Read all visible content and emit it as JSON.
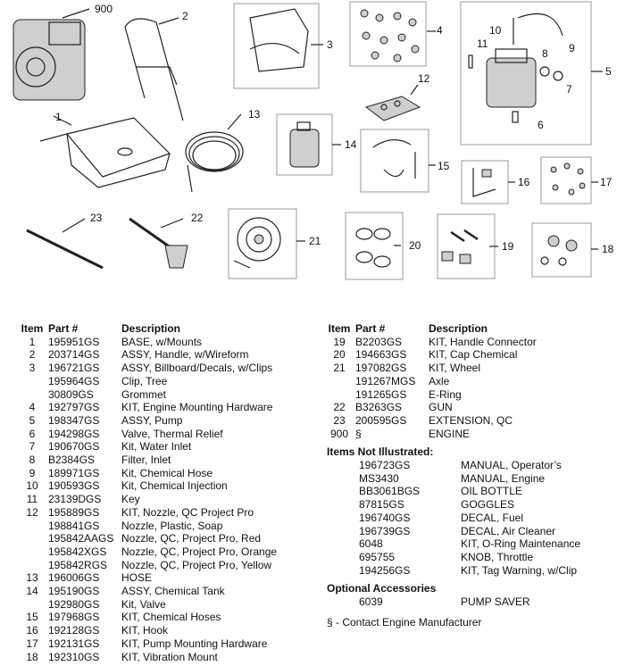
{
  "callouts": [
    "900",
    "2",
    "3",
    "4",
    "5",
    "6",
    "7",
    "8",
    "9",
    "10",
    "11",
    "1",
    "13",
    "14",
    "12",
    "15",
    "16",
    "17",
    "23",
    "22",
    "21",
    "20",
    "19",
    "18"
  ],
  "table_headers": {
    "item": "Item",
    "part": "Part #",
    "desc": "Description"
  },
  "left_rows": [
    {
      "item": "1",
      "part": "195951GS",
      "desc": "BASE, w/Mounts"
    },
    {
      "item": "2",
      "part": "203714GS",
      "desc": "ASSY, Handle, w/Wireform"
    },
    {
      "item": "3",
      "part": "196721GS",
      "desc": "ASSY, Billboard/Decals, w/Clips"
    },
    {
      "item": "",
      "part": "195964GS",
      "desc": "Clip, Tree"
    },
    {
      "item": "",
      "part": "30809GS",
      "desc": "Grommet"
    },
    {
      "item": "4",
      "part": "192797GS",
      "desc": "KIT, Engine Mounting Hardware"
    },
    {
      "item": "5",
      "part": "198347GS",
      "desc": "ASSY, Pump"
    },
    {
      "item": "6",
      "part": "194298GS",
      "desc": "Valve, Thermal Relief"
    },
    {
      "item": "7",
      "part": "190670GS",
      "desc": "Kit, Water Inlet"
    },
    {
      "item": "8",
      "part": "B2384GS",
      "desc": "Filter, Inlet"
    },
    {
      "item": "9",
      "part": "189971GS",
      "desc": "Kit, Chemical Hose"
    },
    {
      "item": "10",
      "part": "190593GS",
      "desc": "Kit, Chemical Injection"
    },
    {
      "item": "11",
      "part": "23139DGS",
      "desc": "Key"
    },
    {
      "item": "12",
      "part": "195889GS",
      "desc": "KIT, Nozzle, QC Project Pro"
    },
    {
      "item": "",
      "part": "198841GS",
      "desc": "Nozzle, Plastic, Soap"
    },
    {
      "item": "",
      "part": "195842AAGS",
      "desc": "Nozzle, QC, Project Pro, Red"
    },
    {
      "item": "",
      "part": "195842XGS",
      "desc": "Nozzle, QC, Project Pro, Orange"
    },
    {
      "item": "",
      "part": "195842RGS",
      "desc": "Nozzle, QC, Project Pro, Yellow"
    },
    {
      "item": "13",
      "part": "196006GS",
      "desc": "HOSE"
    },
    {
      "item": "14",
      "part": "195190GS",
      "desc": "ASSY, Chemical Tank"
    },
    {
      "item": "",
      "part": "192980GS",
      "desc": "Kit, Valve"
    },
    {
      "item": "15",
      "part": "197968GS",
      "desc": "KIT, Chemical Hoses"
    },
    {
      "item": "16",
      "part": "192128GS",
      "desc": "KIT, Hook"
    },
    {
      "item": "17",
      "part": "192131GS",
      "desc": "KIT, Pump Mounting Hardware"
    },
    {
      "item": "18",
      "part": "192310GS",
      "desc": "KIT, Vibration Mount"
    }
  ],
  "right_rows": [
    {
      "item": "19",
      "part": "B2203GS",
      "desc": "KIT, Handle Connector"
    },
    {
      "item": "20",
      "part": "194663GS",
      "desc": "KIT, Cap Chemical"
    },
    {
      "item": "21",
      "part": "197082GS",
      "desc": "KIT, Wheel"
    },
    {
      "item": "",
      "part": "191267MGS",
      "desc": "Axle"
    },
    {
      "item": "",
      "part": "191265GS",
      "desc": "E-Ring"
    },
    {
      "item": "22",
      "part": "B3263GS",
      "desc": "GUN"
    },
    {
      "item": "23",
      "part": "200595GS",
      "desc": "EXTENSION, QC"
    },
    {
      "item": "900",
      "part": "§",
      "desc": "ENGINE"
    }
  ],
  "not_illustrated_title": "Items Not Illustrated:",
  "not_illustrated": [
    {
      "part": "196723GS",
      "desc": "MANUAL, Operator’s"
    },
    {
      "part": "MS3430",
      "desc": "MANUAL, Engine"
    },
    {
      "part": "BB3061BGS",
      "desc": "OIL BOTTLE"
    },
    {
      "part": "87815GS",
      "desc": "GOGGLES"
    },
    {
      "part": "196740GS",
      "desc": "DECAL, Fuel"
    },
    {
      "part": "196739GS",
      "desc": "DECAL, Air Cleaner"
    },
    {
      "part": "6048",
      "desc": "KIT, O-Ring Maintenance"
    },
    {
      "part": "695755",
      "desc": "KNOB, Throttle"
    },
    {
      "part": "194256GS",
      "desc": "KIT, Tag Warning, w/Clip"
    }
  ],
  "optional_title": "Optional Accessories",
  "optional": [
    {
      "part": "6039",
      "desc": "PUMP SAVER"
    }
  ],
  "footnote": "§ - Contact Engine Manufacturer"
}
